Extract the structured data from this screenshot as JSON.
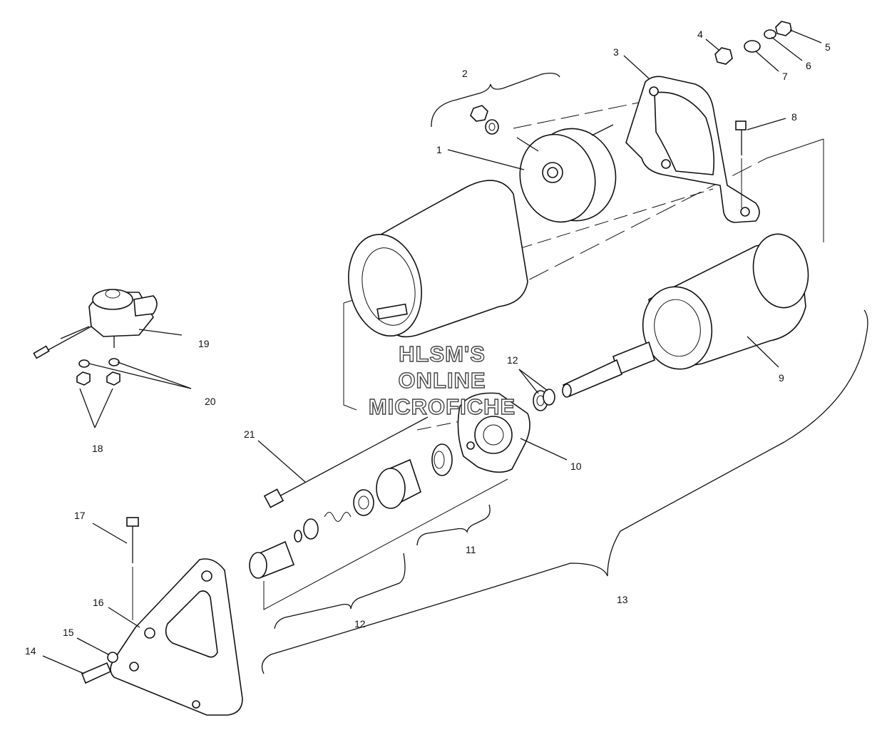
{
  "watermark": {
    "line1": "HLSM'S",
    "line2": "ONLINE",
    "line3": "MICROFICHE"
  },
  "callouts": [
    {
      "id": "c1",
      "label": "1"
    },
    {
      "id": "c2",
      "label": "2"
    },
    {
      "id": "c3",
      "label": "3"
    },
    {
      "id": "c4",
      "label": "4"
    },
    {
      "id": "c5",
      "label": "5"
    },
    {
      "id": "c6",
      "label": "6"
    },
    {
      "id": "c7",
      "label": "7"
    },
    {
      "id": "c8",
      "label": "8"
    },
    {
      "id": "c9",
      "label": "9"
    },
    {
      "id": "c10",
      "label": "10"
    },
    {
      "id": "c11",
      "label": "11"
    },
    {
      "id": "c12a",
      "label": "12"
    },
    {
      "id": "c12b",
      "label": "12"
    },
    {
      "id": "c13",
      "label": "13"
    },
    {
      "id": "c14",
      "label": "14"
    },
    {
      "id": "c15",
      "label": "15"
    },
    {
      "id": "c16",
      "label": "16"
    },
    {
      "id": "c17",
      "label": "17"
    },
    {
      "id": "c18",
      "label": "18"
    },
    {
      "id": "c19",
      "label": "19"
    },
    {
      "id": "c20",
      "label": "20"
    },
    {
      "id": "c21",
      "label": "21"
    }
  ]
}
